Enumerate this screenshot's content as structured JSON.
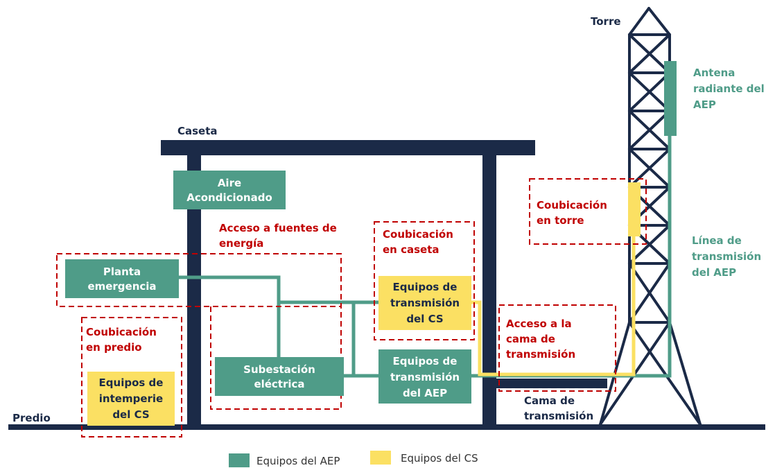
{
  "colors": {
    "navy": "#1b2a47",
    "aep_green": "#4f9c88",
    "cs_yellow": "#fbe063",
    "red": "#c00000"
  },
  "structure": {
    "caseta": "Caseta",
    "torre": "Torre",
    "predio": "Predio",
    "cama": [
      "Cama de",
      "transmisión"
    ]
  },
  "equipment": {
    "aire": [
      "Aire",
      "Acondicionado"
    ],
    "planta": [
      "Planta",
      "emergencia"
    ],
    "subestacion": [
      "Subestación",
      "eléctrica"
    ],
    "equipos_cs": [
      "Equipos de",
      "transmisión",
      "del CS"
    ],
    "equipos_aep": [
      "Equipos de",
      "transmisión",
      "del AEP"
    ],
    "intemperie": [
      "Equipos de",
      "intemperie",
      "del CS"
    ]
  },
  "zones": {
    "acceso_energia": [
      "Acceso a fuentes de",
      "energía"
    ],
    "coub_caseta": [
      "Coubicación",
      "en caseta"
    ],
    "coub_predio": [
      "Coubicación",
      "en predio"
    ],
    "coub_torre": [
      "Coubicación",
      "en torre"
    ],
    "acceso_cama": [
      "Acceso a la",
      "cama de",
      "transmisión"
    ]
  },
  "tower_labels": {
    "antena": [
      "Antena",
      "radiante del",
      "AEP"
    ],
    "linea": [
      "Línea de",
      "transmisión",
      "del AEP"
    ]
  },
  "legend": [
    {
      "label": "Equipos del AEP",
      "color": "#4f9c88"
    },
    {
      "label": "Equipos del CS",
      "color": "#fbe063"
    }
  ]
}
